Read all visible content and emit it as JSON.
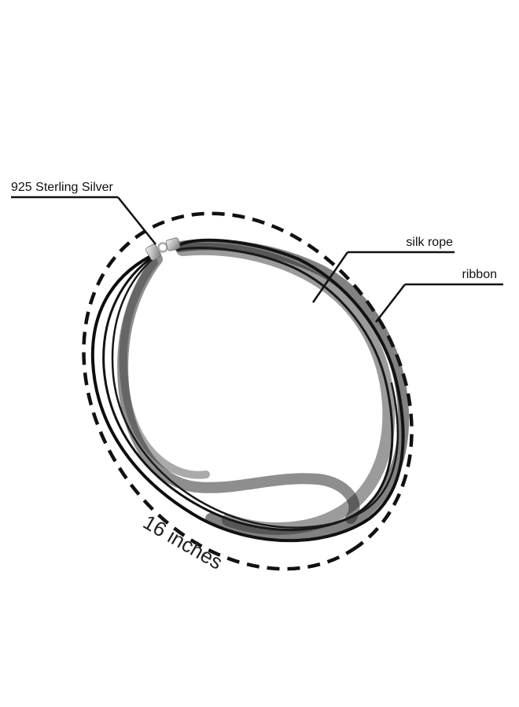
{
  "annotations": {
    "clasp_label": "925 Sterling Silver",
    "rope_label": "silk rope",
    "ribbon_label": "ribbon",
    "length_label": "16 inches"
  },
  "colors": {
    "background": "#ffffff",
    "cord": "#0d0d0d",
    "ribbon_sheer": "#2a2a2a",
    "clasp": "#c9c9c9",
    "callout_line": "#111111",
    "dashed_outline": "#111111"
  }
}
